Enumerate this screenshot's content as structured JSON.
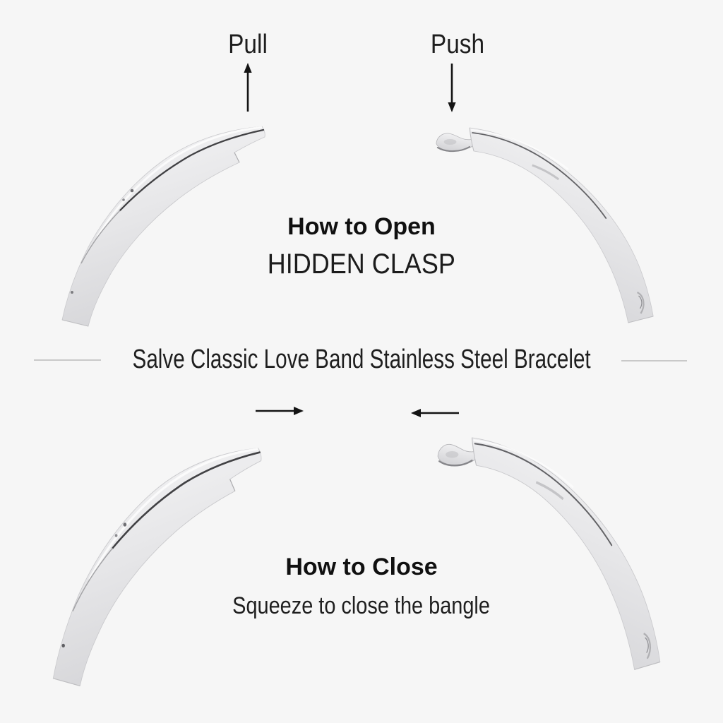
{
  "colors": {
    "background": "#f6f6f6",
    "text": "#1f1f1f",
    "heading": "#101010",
    "arrow": "#141414",
    "divider_line": "#c9c9c9",
    "band_light": "#f7f7f8",
    "band_dark": "#d5d5d8",
    "band_seam": "#414144"
  },
  "open_section": {
    "pull_label": "Pull",
    "push_label": "Push",
    "heading": "How to Open",
    "subheading": "HIDDEN CLASP"
  },
  "product": {
    "name": "Salve Classic Love Band Stainless Steel Bracelet"
  },
  "close_section": {
    "heading": "How to Close",
    "instruction": "Squeeze to close the bangle"
  },
  "icons": {
    "pull_arrow": "arrow-up",
    "push_arrow": "arrow-down",
    "close_left_arrow": "arrow-right",
    "close_right_arrow": "arrow-left"
  }
}
